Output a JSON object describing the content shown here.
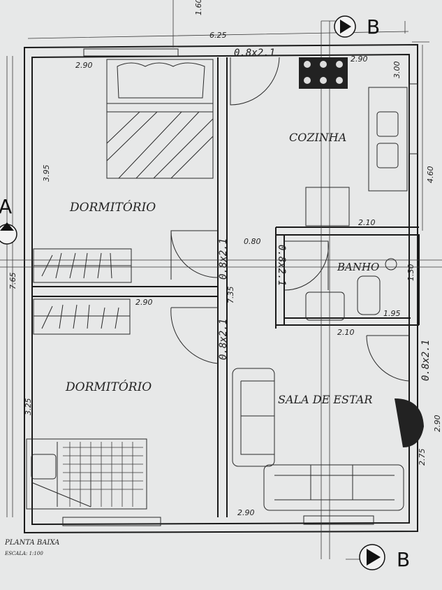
{
  "title": "PLANTA BAIXA",
  "scale": "ESCALA: 1:100",
  "rooms": {
    "bedroom_top": "DORMITÓRIO",
    "bedroom_bottom": "DORMITÓRIO",
    "kitchen": "COZINHA",
    "bathroom": "BANHO",
    "living": "SALA DE ESTAR"
  },
  "section_marks": {
    "a": "A",
    "b": "B"
  },
  "doors": [
    "0.8x2.1",
    "0.8x2.1",
    "0.8x2.1",
    "0.8x2.1",
    "0.8x2.1"
  ],
  "dimensions": {
    "top_offset": "1.60",
    "total_width": "6.25",
    "bedroom_top_width": "2.90",
    "kitchen_width": "2.90",
    "kitchen_depth": "3.00",
    "right_upper": "4.60",
    "bedroom_top_depth": "3.95",
    "hall_width": "0.80",
    "kitchen_bottom": "2.10",
    "bath_depth": "1.30",
    "bath_width": "1.95",
    "total_depth": "7.65",
    "bedroom_bottom_width": "2.90",
    "hall_length": "7.35",
    "living_top": "2.10",
    "bedroom_bottom_depth": "3.25",
    "right_lower": "2.90",
    "living_depth": "2.75",
    "living_width": "2.90"
  }
}
